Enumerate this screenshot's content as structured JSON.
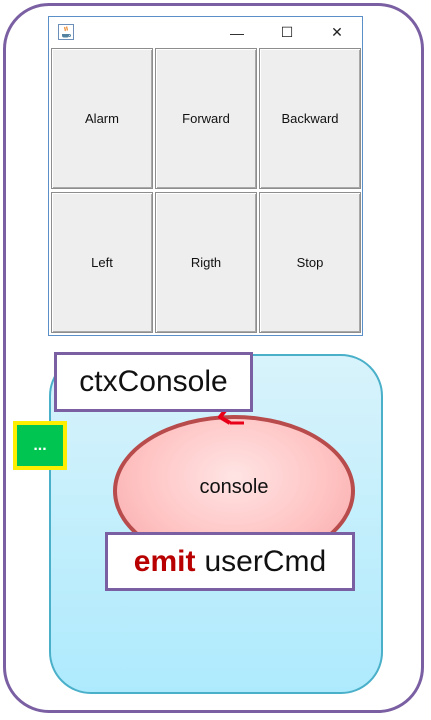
{
  "window": {
    "title": "",
    "icon": "java-cup-icon",
    "controls": {
      "minimize": "—",
      "maximize": "☐",
      "close": "✕"
    },
    "buttons": [
      "Alarm",
      "Forward",
      "Backward",
      "Left",
      "Rigth",
      "Stop"
    ]
  },
  "context": {
    "name": "ctxConsole",
    "badge": "...",
    "actor": "console",
    "emit_keyword": "emit",
    "emit_event": "userCmd"
  },
  "colors": {
    "frame": "#7b5fa3",
    "context_fill": "#bfeefc",
    "context_border": "#4ab0c9",
    "actor_fill": "#ffc4c4",
    "actor_border": "#b84b4b",
    "badge_outer": "#ffee00",
    "badge_inner": "#00c651",
    "emit_keyword": "#b80000",
    "arrow": "#e8001a"
  }
}
